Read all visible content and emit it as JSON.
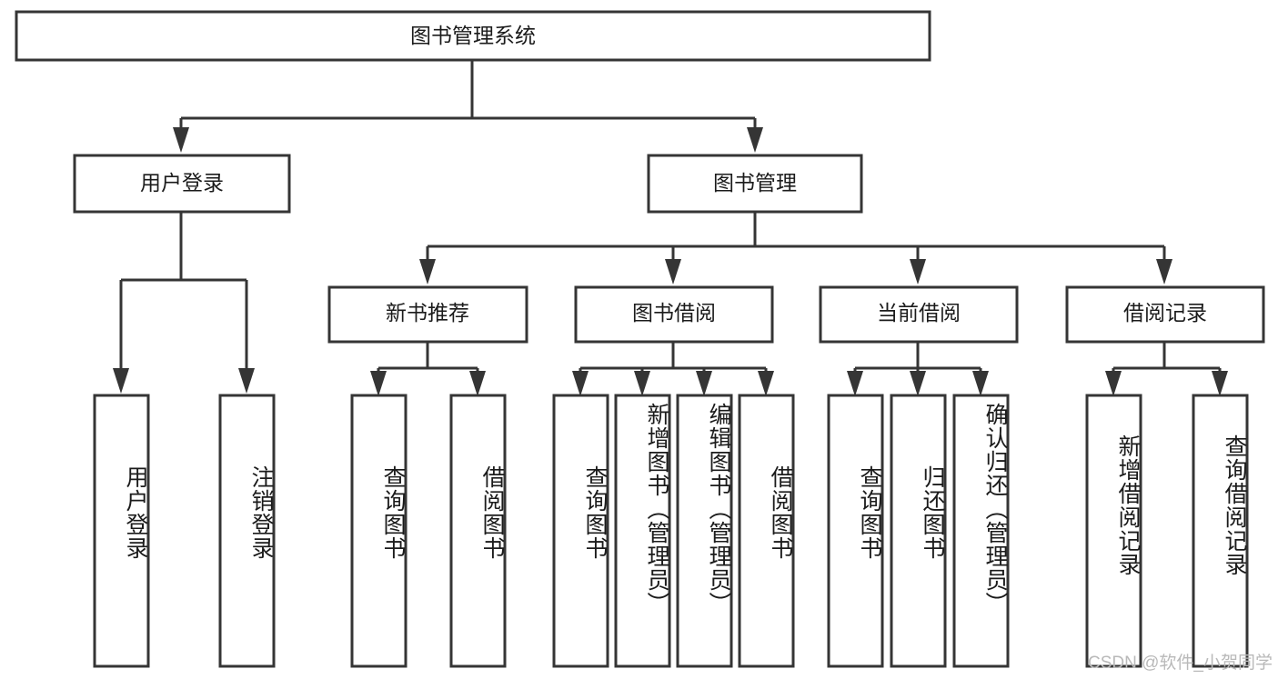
{
  "diagram": {
    "title": "图书管理系统",
    "type": "tree-hierarchy-diagram",
    "colors": {
      "stroke": "#353535",
      "box_fill": "#ffffff",
      "text": "#1b1b1b",
      "background": "#ffffff",
      "watermark": "#b9b9b9"
    },
    "root": {
      "label": "图书管理系统"
    },
    "level2": [
      {
        "label": "用户登录"
      },
      {
        "label": "图书管理"
      }
    ],
    "level3": [
      {
        "label": "新书推荐"
      },
      {
        "label": "图书借阅"
      },
      {
        "label": "当前借阅"
      },
      {
        "label": "借阅记录"
      }
    ],
    "leaves": {
      "user_login": [
        {
          "label": "用户登录"
        },
        {
          "label": "注销登录"
        }
      ],
      "new_book_recommend": [
        {
          "label": "查询图书"
        },
        {
          "label": "借阅图书"
        }
      ],
      "book_borrow": [
        {
          "label": "查询图书"
        },
        {
          "label": "新增图书（管理员）"
        },
        {
          "label": "编辑图书（管理员）"
        },
        {
          "label": "借阅图书"
        }
      ],
      "current_borrow": [
        {
          "label": "查询图书"
        },
        {
          "label": "归还图书"
        },
        {
          "label": "确认归还（管理员）"
        }
      ],
      "borrow_record": [
        {
          "label": "新增借阅记录"
        },
        {
          "label": "查询借阅记录"
        }
      ]
    }
  },
  "watermark": {
    "text": "CSDN @软件_小贺同学"
  }
}
